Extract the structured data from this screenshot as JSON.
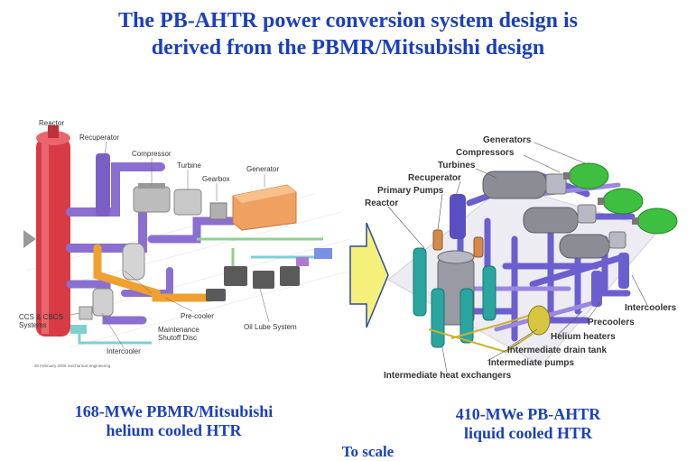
{
  "title": {
    "line1": "The PB-AHTR power conversion system design is",
    "line2": "derived from the PBMR/Mitsubishi design"
  },
  "left_figure": {
    "labels": {
      "reactor": "Reactor",
      "recuperator": "Recuperator",
      "compressor": "Compressor",
      "turbine": "Turbine",
      "gearbox": "Gearbox",
      "generator": "Generator",
      "ccs1": "CCS & CBCS",
      "ccs2": "Systems",
      "intercooler": "Intercooler",
      "maint1": "Maintenance",
      "maint2": "Shutoff Disc",
      "precooler": "Pre-cooler",
      "oillube": "Oil Lube System"
    },
    "stamp": "30 February 2006  mechanical engineering"
  },
  "right_figure": {
    "labels": {
      "generators": "Generators",
      "compressors": "Compressors",
      "turbines": "Turbines",
      "recuperator": "Recuperator",
      "primary_pumps": "Primary Pumps",
      "reactor": "Reactor",
      "intercoolers": "Intercoolers",
      "precoolers": "Precoolers",
      "helium_heaters": "Helium heaters",
      "drain_tank": "Intermediate drain tank",
      "int_pumps": "Intermediate pumps",
      "int_hx": "Intermediate heat exchangers"
    }
  },
  "captions": {
    "left_line1": "168-MWe PBMR/Mitsubishi",
    "left_line2": "helium cooled HTR",
    "right_line1": "410-MWe PB-AHTR",
    "right_line2": "liquid cooled HTR",
    "to_scale": "To scale"
  },
  "colors": {
    "title_blue": "#1a3fbf",
    "reactor_red": "#d93b45",
    "pipe_purple": "#8a6fd0",
    "pipe_orange": "#f0a030",
    "generator_orange": "#f0a060",
    "generator_green": "#3fbf3f",
    "arrow_yellow": "#f5f07a",
    "teal_hx": "#2aa5a0"
  }
}
